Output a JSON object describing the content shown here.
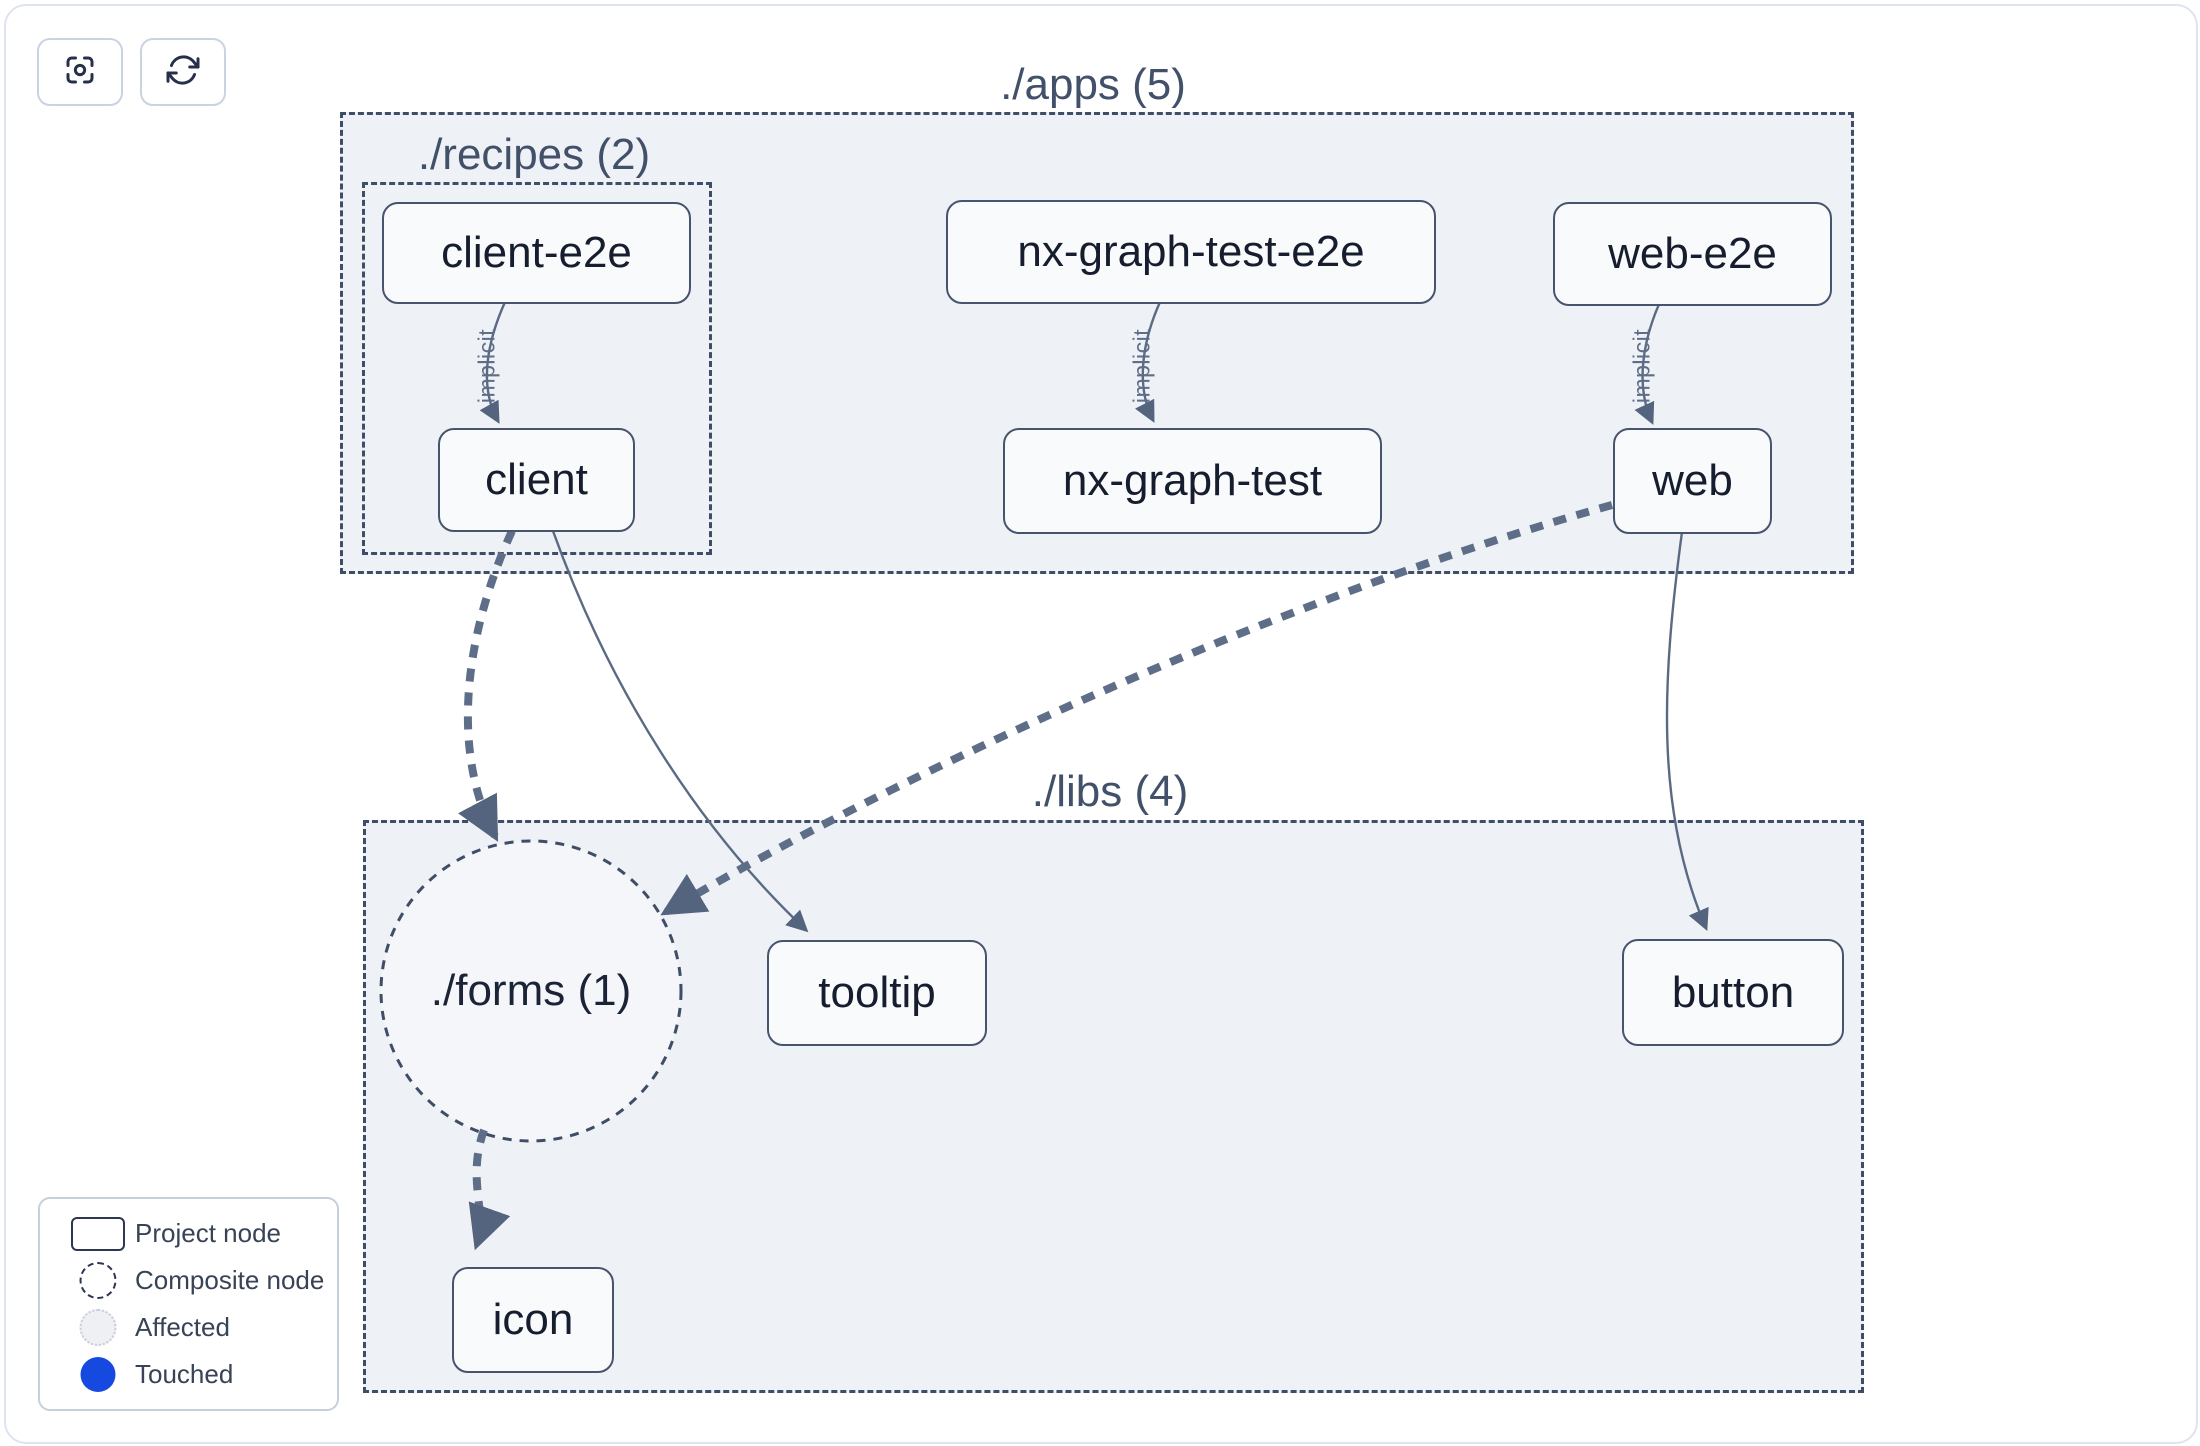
{
  "toolbar": {
    "focus_button": {
      "icon": "focus-icon"
    },
    "refresh_button": {
      "icon": "refresh-icon"
    }
  },
  "groups": {
    "apps": {
      "label": "./apps (5)"
    },
    "recipes": {
      "label": "./recipes (2)"
    },
    "libs": {
      "label": "./libs (4)"
    }
  },
  "composite": {
    "forms": {
      "label": "./forms (1)"
    }
  },
  "nodes": {
    "client_e2e": {
      "label": "client-e2e"
    },
    "nx_graph_test_e2e": {
      "label": "nx-graph-test-e2e"
    },
    "web_e2e": {
      "label": "web-e2e"
    },
    "client": {
      "label": "client"
    },
    "nx_graph_test": {
      "label": "nx-graph-test"
    },
    "web": {
      "label": "web"
    },
    "tooltip": {
      "label": "tooltip"
    },
    "button": {
      "label": "button"
    },
    "icon": {
      "label": "icon"
    }
  },
  "edges": [
    {
      "from": "client-e2e",
      "to": "client",
      "type": "implicit",
      "label": "implicit"
    },
    {
      "from": "nx-graph-test-e2e",
      "to": "nx-graph-test",
      "type": "implicit",
      "label": "implicit"
    },
    {
      "from": "web-e2e",
      "to": "web",
      "type": "implicit",
      "label": "implicit"
    },
    {
      "from": "client",
      "to": "tooltip",
      "type": "direct"
    },
    {
      "from": "web",
      "to": "button",
      "type": "direct"
    },
    {
      "from": "client",
      "to": "./forms",
      "type": "composite"
    },
    {
      "from": "web",
      "to": "./forms",
      "type": "composite"
    },
    {
      "from": "./forms",
      "to": "icon",
      "type": "composite"
    }
  ],
  "legend": {
    "items": [
      {
        "label": "Project node",
        "swatch": "project-node"
      },
      {
        "label": "Composite node",
        "swatch": "composite-node"
      },
      {
        "label": "Affected",
        "swatch": "affected"
      },
      {
        "label": "Touched",
        "swatch": "touched"
      }
    ]
  },
  "colors": {
    "touched_blue": "#1649e0",
    "container_fill": "#eef1f6",
    "dashed_border": "#3f4d66",
    "node_border": "#47546d",
    "edge": "#5b6a84"
  }
}
